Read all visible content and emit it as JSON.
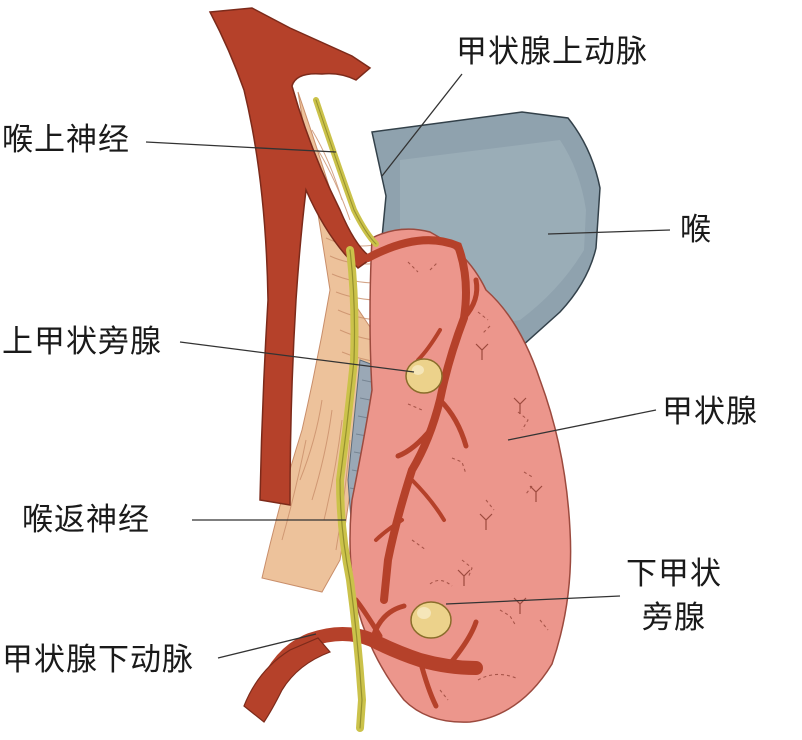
{
  "labels": {
    "superior_thyroid_artery": "甲状腺上动脉",
    "superior_laryngeal_nerve": "喉上神经",
    "larynx": "喉",
    "superior_parathyroid": "上甲状旁腺",
    "thyroid": "甲状腺",
    "recurrent_laryngeal_nerve": "喉返神经",
    "inferior_parathyroid_line1": "下甲状",
    "inferior_parathyroid_line2": "旁腺",
    "inferior_thyroid_artery": "甲状腺下动脉"
  },
  "colors": {
    "artery": "#b5412a",
    "thyroid": "#ec968c",
    "larynx": "#8fa2ae",
    "nerve": "#cbc24a",
    "parathyroid": "#ecd28b",
    "muscle": "#edc29b",
    "trachea": "#9aa8b6"
  }
}
